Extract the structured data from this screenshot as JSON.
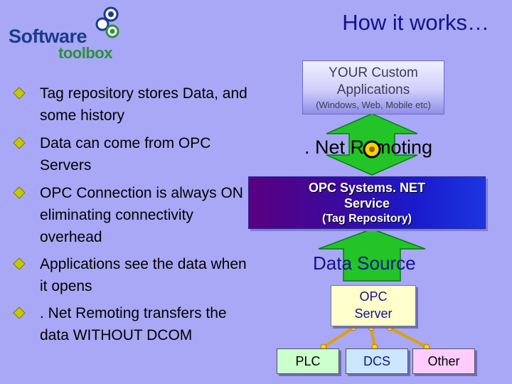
{
  "logo": {
    "line1": "Software",
    "line2": "toolbox"
  },
  "title": "How it works…",
  "bullets": [
    "Tag repository stores Data, and some history",
    "Data can come from OPC Servers",
    "OPC Connection is always ON eliminating connectivity overhead",
    "Applications see the data when it opens",
    ". Net Remoting transfers the data WITHOUT DCOM"
  ],
  "diagram": {
    "apps": {
      "line1": "YOUR Custom",
      "line2": "Applications",
      "line3": "(Windows, Web, Mobile etc)"
    },
    "remoting_label": ". Net Remoting",
    "service": {
      "line1": "OPC Systems. NET",
      "line2": "Service",
      "line3": "(Tag Repository)"
    },
    "data_source_label": "Data Source",
    "opc_server": {
      "line1": "OPC",
      "line2": "Server"
    },
    "sources": [
      "PLC",
      "DCS",
      "Other"
    ]
  },
  "colors": {
    "background": "#a8a8f6",
    "arrow_green": "#22c428",
    "title": "#13128a",
    "bullet_marker": "#c8c800"
  }
}
